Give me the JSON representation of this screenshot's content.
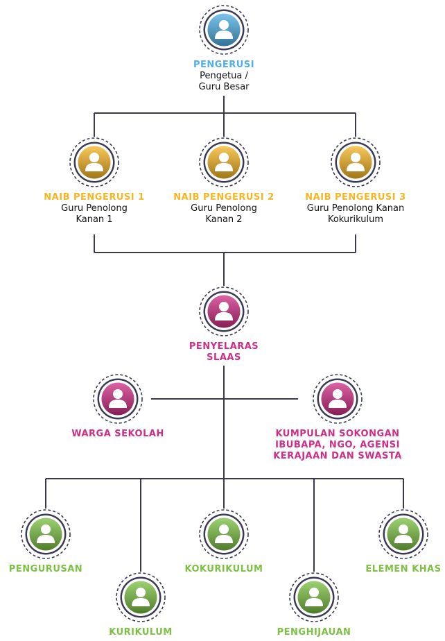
{
  "colors": {
    "blue": "#4fb0e4",
    "orange": "#f6b624",
    "magenta": "#d02e86",
    "green": "#7cc143",
    "line": "#3a3a4a"
  },
  "icons": [
    "user-avatar-icon"
  ],
  "chair": {
    "title": "PENGERUSI",
    "line1": "Pengetua /",
    "line2": "Guru Besar"
  },
  "vice": [
    {
      "title": "NAIB PENGERUSI 1",
      "line1": "Guru Penolong",
      "line2": "Kanan 1"
    },
    {
      "title": "NAIB PENGERUSI 2",
      "line1": "Guru Penolong",
      "line2": "Kanan 2"
    },
    {
      "title": "NAIB PENGERUSI 3",
      "line1": "Guru Penolong Kanan",
      "line2": "Kokurikulum"
    }
  ],
  "coordinator": {
    "line1": "PENYELARAS",
    "line2": "SLAAS"
  },
  "community": {
    "left": "WARGA SEKOLAH",
    "right_line1": "KUMPULAN SOKONGAN",
    "right_line2": "IBUBAPA, NGO, AGENSI",
    "right_line3": "KERAJAAN DAN SWASTA"
  },
  "units": {
    "pengurusan": "PENGURUSAN",
    "kurikulum": "KURIKULUM",
    "kokurikulum": "KOKURIKULUM",
    "penghijauan": "PENGHIJAUAN",
    "elemen_khas": "ELEMEN KHAS"
  }
}
